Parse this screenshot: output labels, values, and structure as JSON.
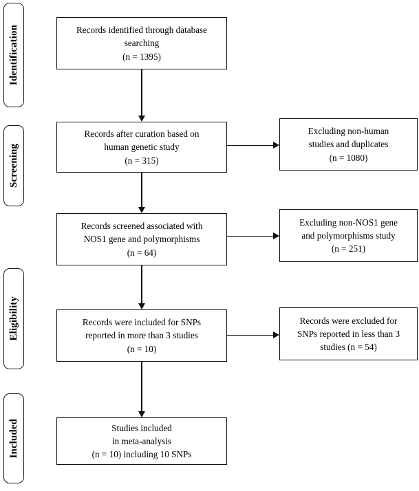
{
  "diagram": {
    "type": "prisma-flow-diagram",
    "colors": {
      "stroke": "#111111",
      "background": "#ffffff",
      "text": "#000000"
    },
    "stages": [
      {
        "id": "identification",
        "label": "Identification"
      },
      {
        "id": "screening",
        "label": "Screening"
      },
      {
        "id": "eligibility",
        "label": "Eligibility"
      },
      {
        "id": "included",
        "label": "Included"
      }
    ],
    "main_boxes": [
      {
        "id": "records-identified",
        "line1": "Records identified through database",
        "line2": "searching",
        "line3": "(n = 1395)",
        "text": "Records identified through database\nsearching\n(n = 1395)",
        "count": 1395
      },
      {
        "id": "records-after-curation",
        "line1": "Records after curation based on",
        "line2": "human genetic study",
        "line3": "(n = 315)",
        "text": "Records after curation based on\nhuman genetic study\n(n = 315)",
        "count": 315
      },
      {
        "id": "records-screened",
        "line1": "Records screened associated with",
        "line2": "NOS1 gene and polymorphisms",
        "line3": "(n = 64)",
        "text": "Records screened associated with\nNOS1 gene and polymorphisms\n(n = 64)",
        "count": 64
      },
      {
        "id": "records-included-snps",
        "line1": "Records were included for SNPs",
        "line2": "reported in more than 3 studies",
        "line3": "(n = 10)",
        "text": "Records were included for SNPs\nreported in more than 3 studies\n(n = 10)",
        "count": 10
      },
      {
        "id": "studies-included-meta-analysis",
        "line1": "Studies included",
        "line2": "in meta-analysis",
        "line3": "(n = 10) including 10 SNPs",
        "text": "Studies included\nin meta-analysis\n(n = 10) including 10 SNPs",
        "count": 10
      }
    ],
    "exclusion_boxes": [
      {
        "id": "excluded-non-human",
        "line1": "Excluding non-human",
        "line2": "studies and duplicates",
        "line3": "(n = 1080)",
        "text": "Excluding non-human\nstudies and duplicates\n(n = 1080)",
        "count": 1080
      },
      {
        "id": "excluded-non-nos1",
        "line1": "Excluding non-NOS1 gene",
        "line2": "and polymorphisms study",
        "line3": "(n = 251)",
        "text": "Excluding non-NOS1 gene\nand polymorphisms study\n(n = 251)",
        "count": 251
      },
      {
        "id": "excluded-snps-less-than-3",
        "line1": "Records were excluded for",
        "line2": "SNPs reported in less than 3",
        "line3": "studies (n = 54)",
        "text": "Records were excluded for\nSNPs reported in less than 3\nstudies (n = 54)",
        "count": 54
      }
    ],
    "connectors": [
      {
        "id": "arrow-identified-to-curation",
        "kind": "arrow-down"
      },
      {
        "id": "arrow-curation-to-screened",
        "kind": "arrow-down"
      },
      {
        "id": "arrow-screened-to-included",
        "kind": "arrow-down"
      },
      {
        "id": "arrow-included-to-meta-analysis",
        "kind": "arrow-down"
      },
      {
        "id": "arrow-curation-to-excluded-non-human",
        "kind": "arrow-right"
      },
      {
        "id": "arrow-screened-to-excluded-non-nos1",
        "kind": "arrow-right"
      },
      {
        "id": "arrow-included-to-excluded-snps",
        "kind": "arrow-right"
      }
    ]
  }
}
